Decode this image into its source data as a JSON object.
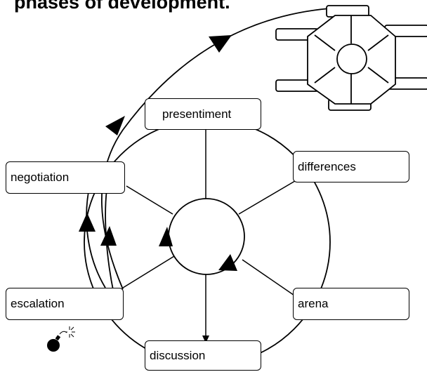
{
  "title": {
    "bold": "phases",
    "rest": " of development."
  },
  "nodes": {
    "presentiment": "presentiment",
    "differences": "differences",
    "negotiation": "negotiation",
    "escalation": "escalation",
    "arena": "arena",
    "discussion": "discussion"
  },
  "icons": {
    "bomb": "bomb-icon",
    "table": "round-table-icon"
  }
}
